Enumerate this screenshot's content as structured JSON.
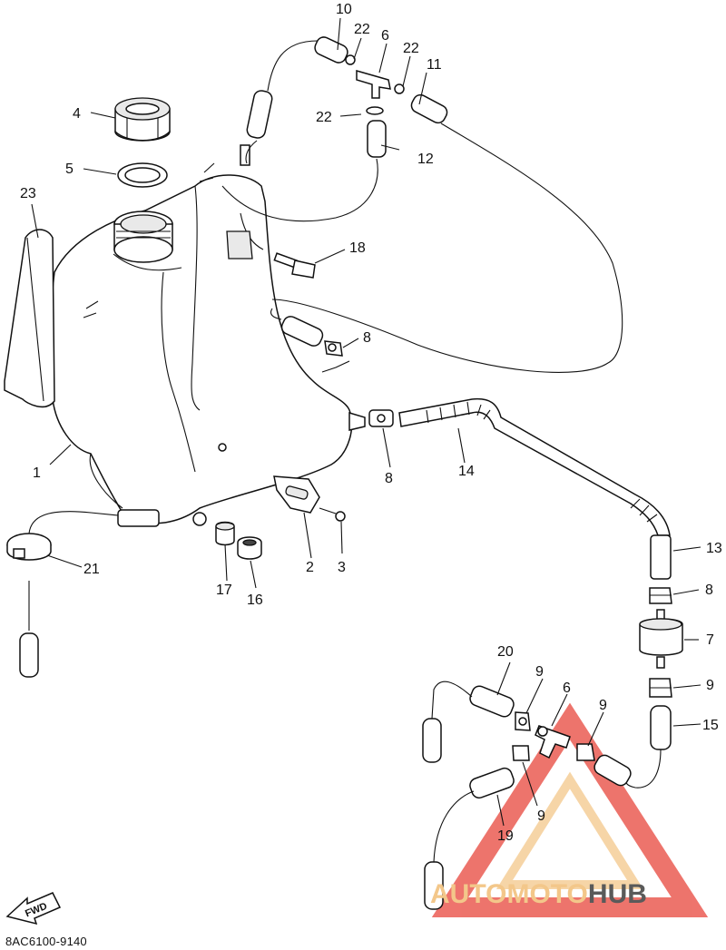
{
  "diagram": {
    "callouts": [
      {
        "id": "c10",
        "text": "10"
      },
      {
        "id": "c22a",
        "text": "22"
      },
      {
        "id": "c6a",
        "text": "6"
      },
      {
        "id": "c22b",
        "text": "22"
      },
      {
        "id": "c11",
        "text": "11"
      },
      {
        "id": "c4",
        "text": "4"
      },
      {
        "id": "c22c",
        "text": "22"
      },
      {
        "id": "c12",
        "text": "12"
      },
      {
        "id": "c5",
        "text": "5"
      },
      {
        "id": "c23",
        "text": "23"
      },
      {
        "id": "c18",
        "text": "18"
      },
      {
        "id": "c8a",
        "text": "8"
      },
      {
        "id": "c1",
        "text": "1"
      },
      {
        "id": "c8b",
        "text": "8"
      },
      {
        "id": "c14",
        "text": "14"
      },
      {
        "id": "c21",
        "text": "21"
      },
      {
        "id": "c2",
        "text": "2"
      },
      {
        "id": "c3",
        "text": "3"
      },
      {
        "id": "c17",
        "text": "17"
      },
      {
        "id": "c16",
        "text": "16"
      },
      {
        "id": "c13",
        "text": "13"
      },
      {
        "id": "c8c",
        "text": "8"
      },
      {
        "id": "c7",
        "text": "7"
      },
      {
        "id": "c20",
        "text": "20"
      },
      {
        "id": "c9a",
        "text": "9"
      },
      {
        "id": "c6b",
        "text": "6"
      },
      {
        "id": "c9b",
        "text": "9"
      },
      {
        "id": "c9c",
        "text": "9"
      },
      {
        "id": "c15",
        "text": "15"
      },
      {
        "id": "c19",
        "text": "19"
      },
      {
        "id": "c9d",
        "text": "9"
      }
    ],
    "fwd_label": "FWD",
    "drawing_code": "8AC6100-9140"
  },
  "watermark": {
    "brand_part1": "AUTOMOTO",
    "brand_part2": "HUB",
    "color_accent": "#e8463c",
    "color_secondary": "#f3c78a",
    "color_dark": "#5a5a5a"
  }
}
